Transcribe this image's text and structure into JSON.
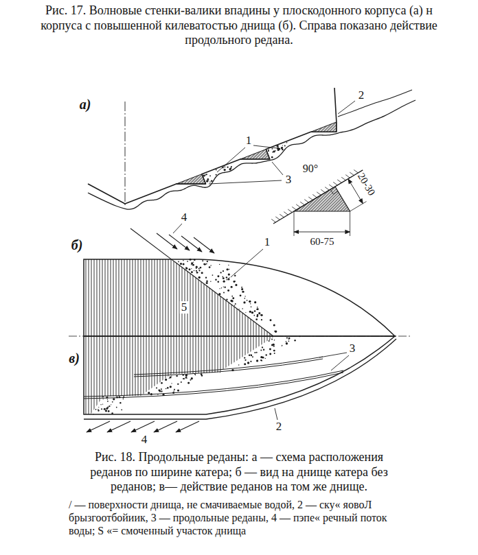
{
  "diagram": {
    "title": "Рис. 17. Волновые стенки-валики впадины у плоскодонного корпуса (а) н корпуса с повышенной килеватостью днища (б). Справа показано действие продольного редана.",
    "caption": "Рис. 18. Продольные реданы: а — схема расположения реданов по ширине катера; б — вид на днище катера без реданов; в— действие реданов на том же днище.",
    "labels": [
      "а)",
      "1",
      "2",
      "3",
      "90°",
      "20-30",
      "60-75",
      "б)",
      "4",
      "1",
      "5",
      "в)",
      "3",
      "2",
      "4",
      "/ — поверхности днища, не смачиваемые водой, 2 — ску« яовоЛ брызгоотбойиик, 3 — продольные реданы, 4 — пэпе« речный поток воды; S «= смоченный участок днища"
    ]
  }
}
